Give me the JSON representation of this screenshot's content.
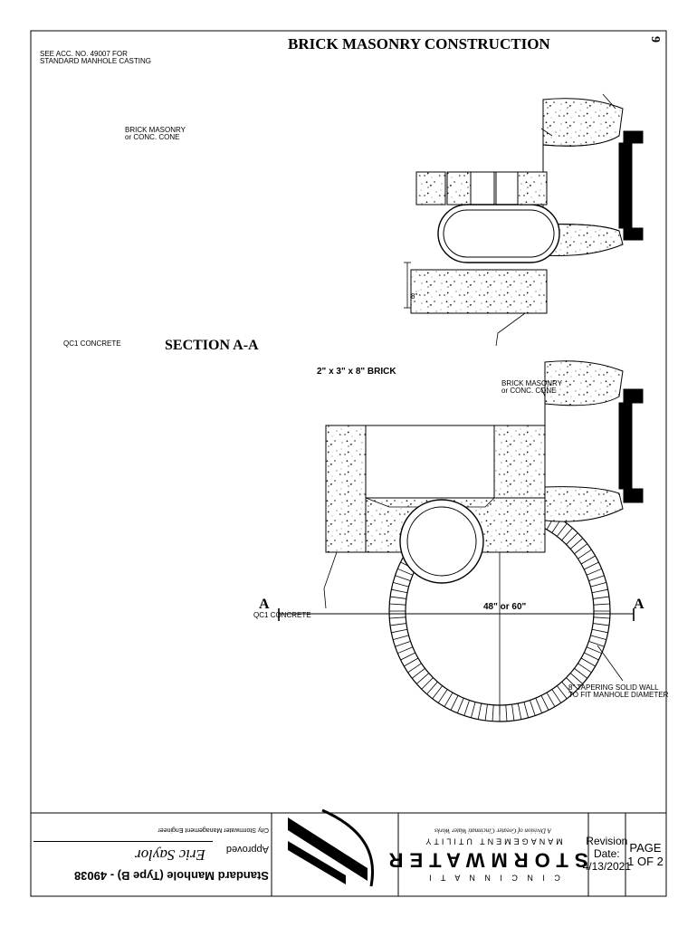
{
  "title_block": {
    "page_label": "PAGE",
    "page_of": "1 OF 2",
    "revision_label": "Revision",
    "date_label": "Date:",
    "revision_date": "4/13/2021",
    "org_line1": "C I N C I N N A T I",
    "org_line2": "STORMWATER",
    "org_line3": "MANAGEMENT UTILITY",
    "org_subline": "A Division of Greater Cincinnati Water Works",
    "drawing_title": "Standard Manhole (Type B) - 49038",
    "approved_label": "Approved",
    "approver_role": "City Stormwater Management Engineer",
    "signature_text": "Eric Saylor"
  },
  "sheet_number": "9",
  "plan_view": {
    "heading": "BRICK MASONRY CONSTRUCTION",
    "diameter_label": "48\" or 60\"",
    "wall_note_line1": "8\" TAPERING SOLID WALL",
    "wall_note_line2": "TO FIT MANHOLE DIAMETER",
    "brick_note": "2\" x 3\" x 8\" BRICK"
  },
  "section_view": {
    "casting_note_line1": "SEE ACC. NO. 49007 FOR",
    "casting_note_line2": "STANDARD MANHOLE CASTING",
    "cone_note_line1": "BRICK MASONRY",
    "cone_note_line2": "or CONC. CONE",
    "base_note": "QC1 CONCRETE",
    "heading": "SECTION A-A",
    "dim_label": "8\""
  },
  "elevation_view": {
    "cone_note_line1": "BRICK MASONRY",
    "cone_note_line2": "or CONC. CONE",
    "base_note": "QC1 CONCRETE",
    "cut_label_left": "A",
    "cut_label_right": "A"
  },
  "colors": {
    "ink": "#000000",
    "paper": "#ffffff"
  }
}
